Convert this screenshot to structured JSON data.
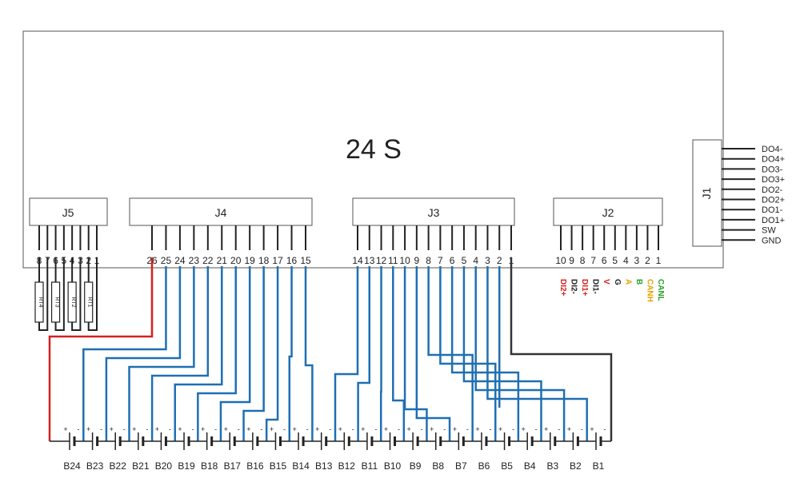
{
  "board": {
    "title": "24 S"
  },
  "connectors": {
    "J5": {
      "label": "J5",
      "pins": [
        "8",
        "7",
        "6",
        "5",
        "4",
        "3",
        "2",
        "1"
      ]
    },
    "J4": {
      "label": "J4",
      "pins": [
        "26",
        "25",
        "24",
        "23",
        "22",
        "21",
        "20",
        "19",
        "18",
        "17",
        "16",
        "15"
      ]
    },
    "J3": {
      "label": "J3",
      "pins": [
        "14",
        "13",
        "12",
        "11",
        "10",
        "9",
        "8",
        "7",
        "6",
        "5",
        "4",
        "3",
        "2",
        "1"
      ]
    },
    "J2": {
      "label": "J2",
      "pins": [
        "10",
        "9",
        "8",
        "7",
        "6",
        "5",
        "4",
        "3",
        "2",
        "1"
      ]
    },
    "J1": {
      "label": "J1",
      "pins": [
        "DO4-",
        "DO4+",
        "DO3-",
        "DO3+",
        "DO2-",
        "DO2+",
        "DO1-",
        "DO1+",
        "SW",
        "GND"
      ]
    }
  },
  "j2_signals": [
    {
      "text": "DI2+",
      "color": "#d42020"
    },
    {
      "text": "DI2-",
      "color": "#222222"
    },
    {
      "text": "DI1+",
      "color": "#d42020"
    },
    {
      "text": "DI1-",
      "color": "#222222"
    },
    {
      "text": "V",
      "color": "#d42020"
    },
    {
      "text": "G",
      "color": "#222222"
    },
    {
      "text": "A",
      "color": "#e8a000"
    },
    {
      "text": "B",
      "color": "#2aa02a"
    },
    {
      "text": "CANH",
      "color": "#e8a000"
    },
    {
      "text": "CANL",
      "color": "#2aa02a"
    }
  ],
  "thermistors": [
    "RT4",
    "RT3",
    "RT2",
    "RT1"
  ],
  "cells": [
    "B24",
    "B23",
    "B22",
    "B21",
    "B20",
    "B19",
    "B18",
    "B17",
    "B16",
    "B15",
    "B14",
    "B13",
    "B12",
    "B11",
    "B10",
    "B9",
    "B8",
    "B7",
    "B6",
    "B5",
    "B4",
    "B3",
    "B2",
    "B1"
  ],
  "colors": {
    "sense_wire": "#1f6fb2",
    "positive_wire": "#d42020",
    "negative_wire": "#333333"
  }
}
